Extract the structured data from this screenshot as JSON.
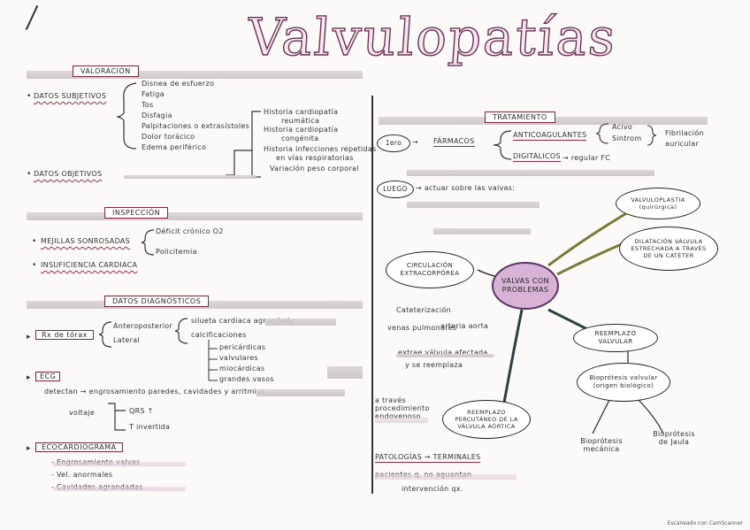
{
  "title": "Valvulopatías",
  "scanner": "Escaneado con CamScanner",
  "left": {
    "valoracion": {
      "header": "VALORACIÓN",
      "subjetivos_label": "DATOS SUBJETIVOS",
      "subjetivos": [
        "Disnea de esfuerzo",
        "Fatiga",
        "Tos",
        "Disfagia",
        "Palpitaciones o extrasístoles",
        "Dolor torácico",
        "Edema periférico"
      ],
      "historia": [
        "Historia cardiopatía",
        "reumática",
        "Historia cardiopatía",
        "congénita",
        "Historia infecciones repetidas",
        "en vías respiratorias",
        "Variación peso corporal"
      ],
      "objetivos_label": "DATOS OBJETIVOS"
    },
    "inspeccion": {
      "header": "INSPECCIÓN",
      "mejillas": "MEJILLAS SONROSADAS",
      "mejillas_notes": [
        "Déficit crónico O2",
        "Policitemia"
      ],
      "insuficiencia": "INSUFICIENCIA CARDIACA"
    },
    "diagnosticos": {
      "header": "DATOS DIAGNÓSTICOS",
      "rx": "Rx de tórax",
      "rx_views": [
        "Anteroposterior",
        "Lateral"
      ],
      "rx_findings": [
        "silueta cardiaca agrandada",
        "calcificaciones"
      ],
      "calc_list": [
        "pericárdicas",
        "valvulares",
        "miocárdicas",
        "grandes vasos"
      ],
      "ecg": "ECG",
      "ecg_line": "detectan → engrosamiento paredes, cavidades y arritmias",
      "voltaje": "voltaje",
      "voltaje_items": [
        "QRS ↑",
        "T invertida"
      ],
      "eco": "ECOCARDIOGRAMA",
      "eco_items": [
        "- Engrosamiento valvas",
        "- Vel. anormales",
        "- Cavidades agrandadas"
      ]
    }
  },
  "right": {
    "tratamiento_header": "TRATAMIENTO",
    "ahora": "1ero",
    "farmacos": "FÁRMACOS",
    "anticoag": "ANTICOAGULANTES",
    "anticoag_items": [
      "Acivo",
      "Sintrom"
    ],
    "anticoag_note": [
      "Fibrilación",
      "auricular"
    ],
    "digitalicos": "DIGITÁLICOS",
    "digitalicos_note": "→ regular FC",
    "luego": "LUEGO",
    "luego_text": "→ actuar sobre las valvas:",
    "center": "VALVAS CON PROBLEMAS",
    "valvuloplastia": "VALVULOPLASTIA (quirúrgica)",
    "dilatacion": "DILATACIÓN VÁLVULA ESTRECHADA A TRAVÉS DE UN CATÉTER",
    "circulacion": "CIRCULACIÓN EXTRACORPÓREA",
    "circ_notes": [
      "Cateterización",
      "venas pulmonares",
      "arteria aorta"
    ],
    "circ_text": [
      "extrae válvula afectada",
      "y se reemplaza"
    ],
    "reemplazo": "REEMPLAZO VALVULAR",
    "bioprotesis": "Bioprótesis valvular (origen biológico)",
    "bio_items": [
      "Bioprótesis mecánica",
      "Bioprótesis de Jaula"
    ],
    "percutaneo": "REEMPLAZO PERCUTÁNEO DE LA VÁLVULA AÓRTICA",
    "percutaneo_note": [
      "a través procedimiento endovenoso"
    ],
    "patologias": "PATOLOGÍAS → TERMINALES",
    "patologias_note": [
      "pacientes q. no aguantan",
      "intervención qx."
    ]
  }
}
